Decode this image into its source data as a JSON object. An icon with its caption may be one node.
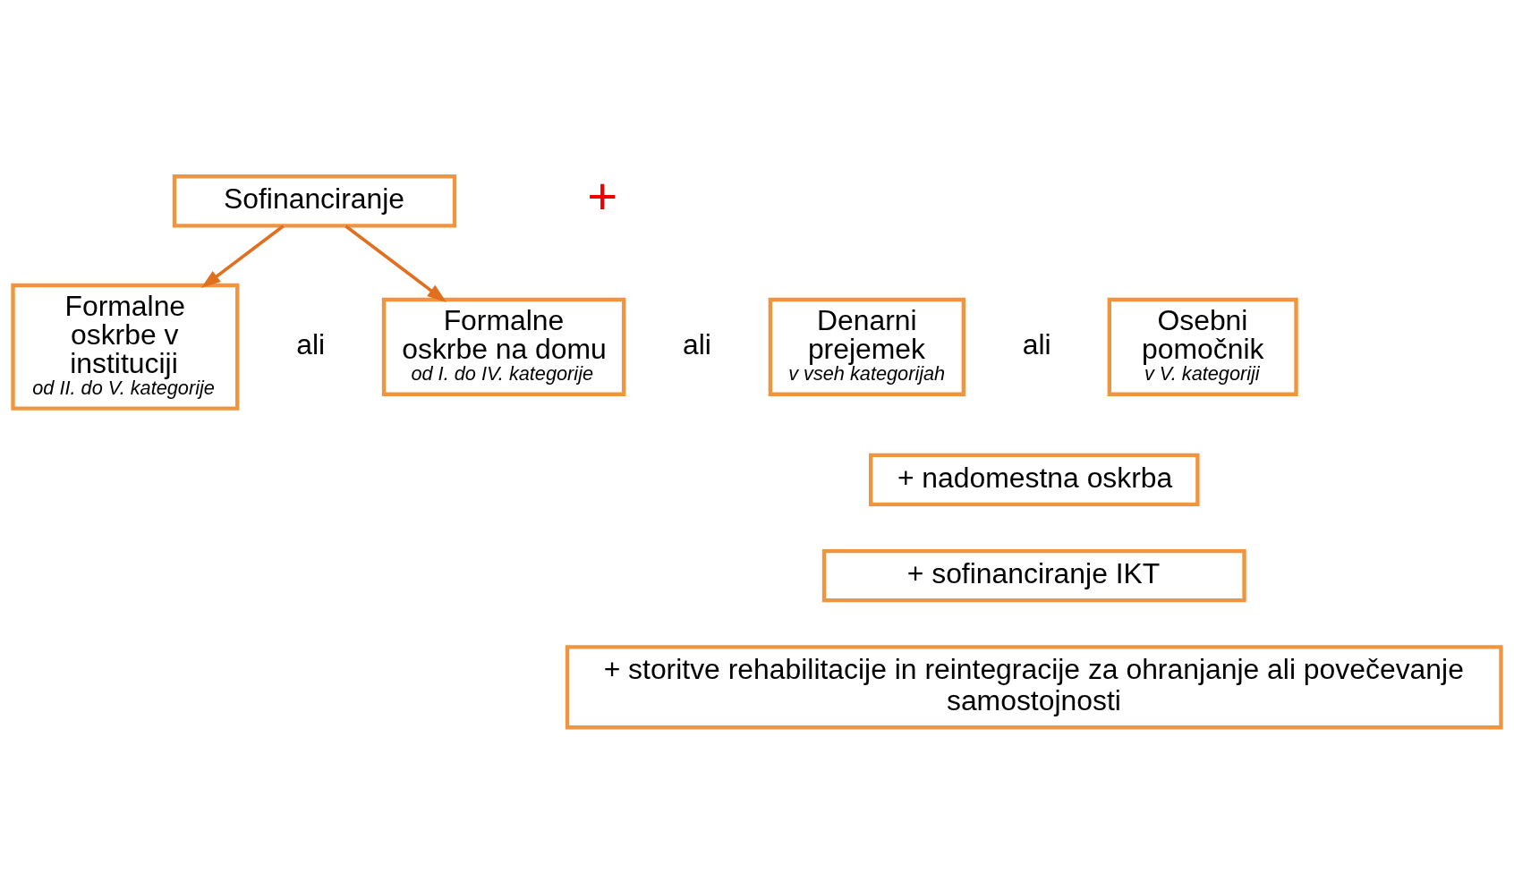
{
  "diagram": {
    "nodes": [
      {
        "text": [
          "Sofinanciranje"
        ]
      },
      {
        "text": [
          "Formalne oskrbe v instituciji",
          "od II. do V. kategorije"
        ]
      },
      {
        "text": [
          "Formalne oskrbe na domu",
          "od I. do IV. kategorije"
        ]
      },
      {
        "text": [
          "Denarni prejemek",
          "v vseh kategorijah"
        ]
      },
      {
        "text": [
          "Osebni pomočnik",
          "v V. kategoriji"
        ]
      },
      {
        "text": [
          "+ nadomestna oskrba"
        ]
      },
      {
        "text": [
          "+ sofinanciranje IKT"
        ]
      },
      {
        "text": [
          "+ storitve rehabilitacije in reintegracije za ohranjanje ali povečevanje samostojnosti"
        ]
      }
    ],
    "edges": [
      {
        "from": 0,
        "to": 1,
        "arrow": "to"
      },
      {
        "from": 0,
        "to": 2,
        "arrow": "to"
      }
    ],
    "labels": [
      "+",
      "ali",
      "ali",
      "ali"
    ]
  }
}
